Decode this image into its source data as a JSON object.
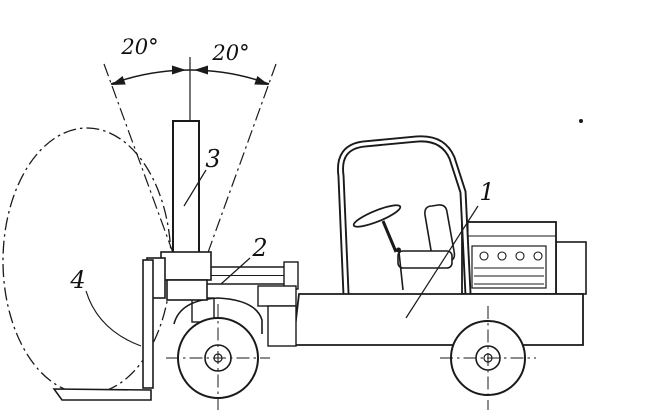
{
  "diagram": {
    "background_color": "#ffffff",
    "line_color": "#1a1a1a",
    "angle_labels": [
      {
        "text": "20°"
      },
      {
        "text": "20°"
      }
    ],
    "part_labels": [
      {
        "text": "1"
      },
      {
        "text": "2"
      },
      {
        "text": "3"
      },
      {
        "text": "4"
      }
    ]
  }
}
